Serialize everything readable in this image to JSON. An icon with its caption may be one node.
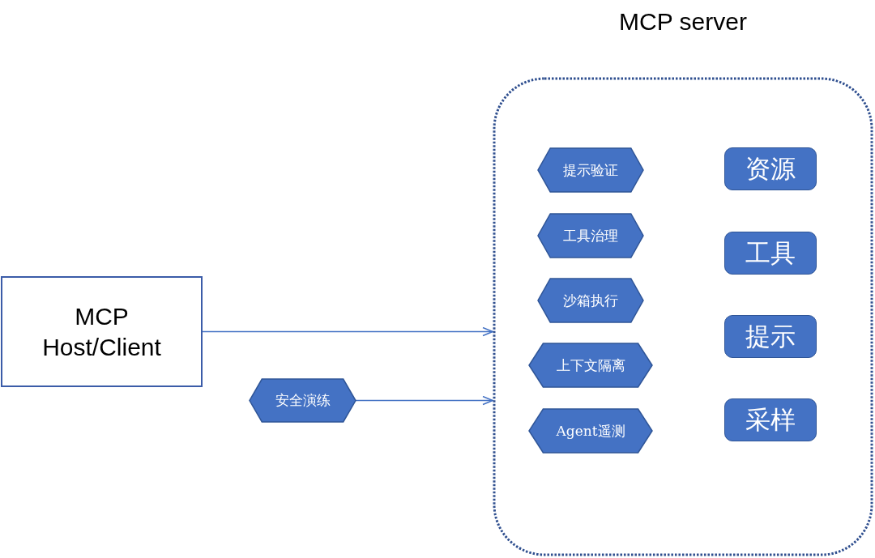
{
  "diagram": {
    "nodes": [
      {
        "text": [
          "MCP Host/Client"
        ]
      },
      {
        "text": [
          "安全演练"
        ]
      },
      {
        "text": [
          "MCP server"
        ]
      },
      {
        "text": [
          "提示验证"
        ],
        "in": 2
      },
      {
        "text": [
          "工具治理"
        ],
        "in": 2
      },
      {
        "text": [
          "沙箱执行"
        ],
        "in": 2
      },
      {
        "text": [
          "上下文隔离"
        ],
        "in": 2
      },
      {
        "text": [
          "Agent遥测"
        ],
        "in": 2
      },
      {
        "text": [
          "资源"
        ],
        "in": 2
      },
      {
        "text": [
          "工具"
        ],
        "in": 2
      },
      {
        "text": [
          "提示"
        ],
        "in": 2
      },
      {
        "text": [
          "采样"
        ],
        "in": 2
      }
    ],
    "edges": [
      {
        "from": 0,
        "to": 2,
        "arrow": "to"
      },
      {
        "from": 1,
        "to": 2,
        "arrow": "to"
      }
    ]
  }
}
